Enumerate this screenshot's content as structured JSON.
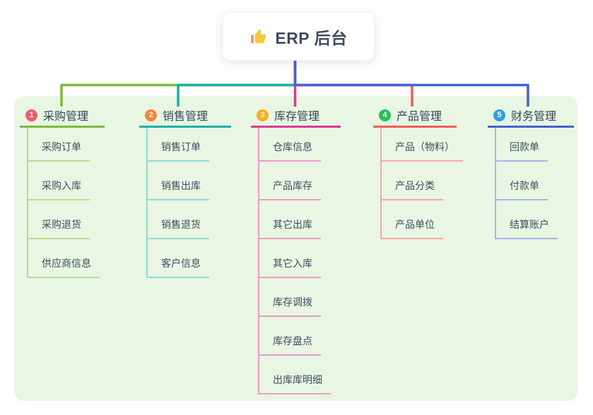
{
  "root": {
    "title": "ERP 后台",
    "icon": "thumbs-up-icon"
  },
  "branches": [
    {
      "index": "1",
      "label": "采购管理",
      "badge_color": "#f5596f",
      "line_color": "#7fb93e",
      "light_color": "#b9dc92",
      "children": [
        "采购订单",
        "采购入库",
        "采购退货",
        "供应商信息"
      ]
    },
    {
      "index": "2",
      "label": "销售管理",
      "badge_color": "#f6823d",
      "line_color": "#14b2a5",
      "light_color": "#8fdcd4",
      "children": [
        "销售订单",
        "销售出库",
        "销售退货",
        "客户信息"
      ]
    },
    {
      "index": "3",
      "label": "库存管理",
      "badge_color": "#fbab1f",
      "line_color": "#d93a91",
      "light_color": "#f09ac6",
      "children": [
        "仓库信息",
        "产品库存",
        "其它出库",
        "其它入库",
        "库存调拨",
        "库存盘点",
        "出库库明细"
      ]
    },
    {
      "index": "4",
      "label": "产品管理",
      "badge_color": "#27bf53",
      "line_color": "#f05c57",
      "light_color": "#f7a9a5",
      "children": [
        "产品（物料）",
        "产品分类",
        "产品单位"
      ]
    },
    {
      "index": "5",
      "label": "财务管理",
      "badge_color": "#2da1e2",
      "line_color": "#4560cf",
      "light_color": "#a4b6ea",
      "children": [
        "回款单",
        "付款单",
        "结算账户"
      ]
    }
  ],
  "colors": {
    "panel_bg": "#e8f6e3",
    "root_line": "#4a5fd2",
    "title_text": "#3e4b61",
    "header_text": "#33465a",
    "child_text": "#3f4e5f"
  }
}
